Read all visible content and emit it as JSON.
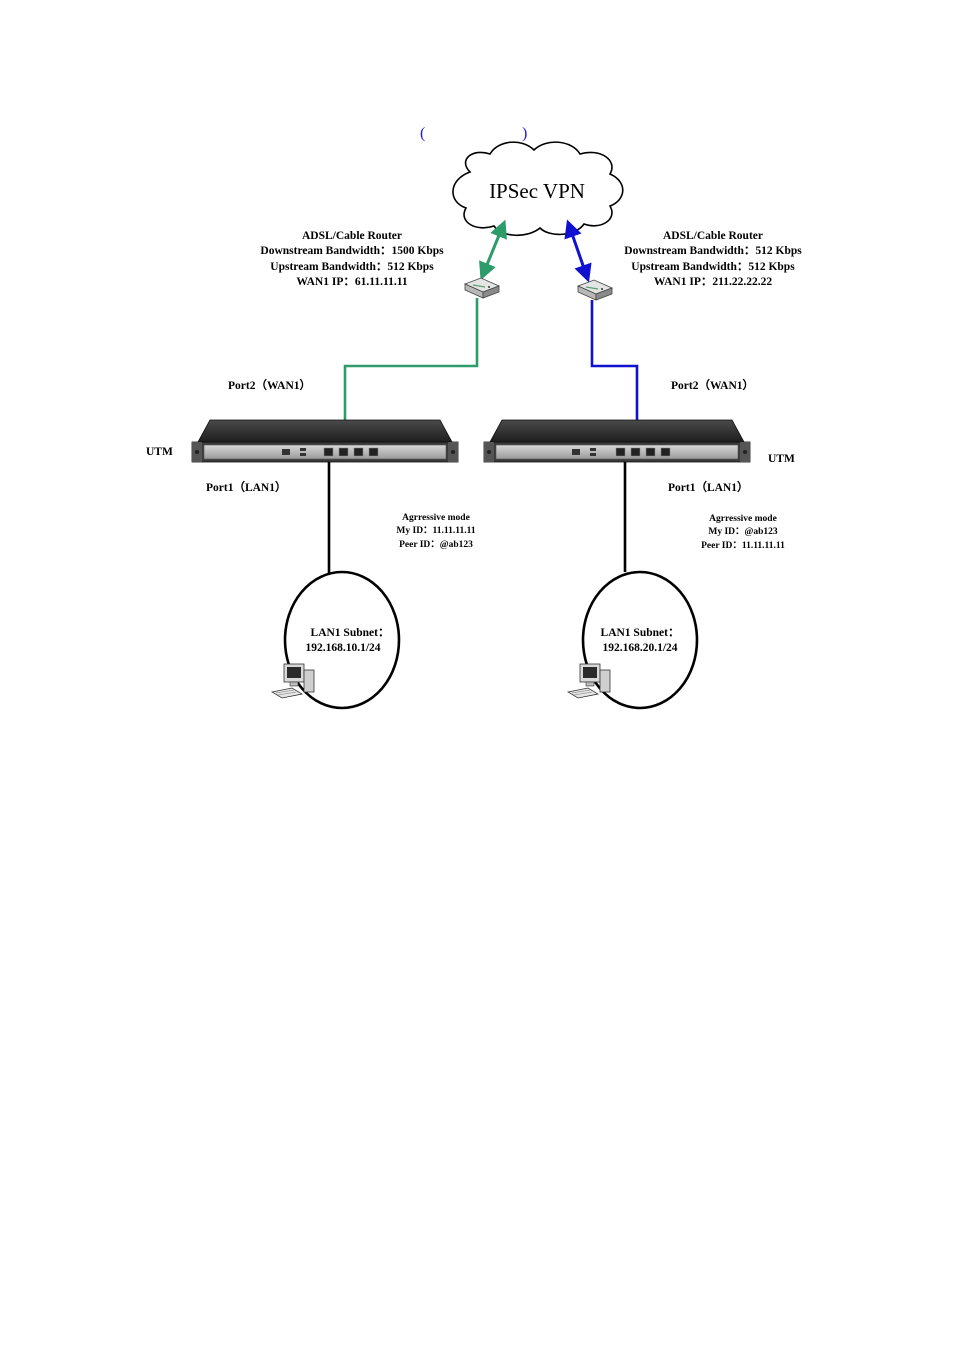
{
  "header": {
    "open_paren": "(",
    "close_paren": ")"
  },
  "cloud": {
    "label": "IPSec VPN"
  },
  "left_router": {
    "name": "ADSL/Cable Router",
    "downstream": "Downstream Bandwidth：1500 Kbps",
    "upstream": "Upstream Bandwidth：512 Kbps",
    "wan_ip": "WAN1 IP：61.11.11.11"
  },
  "right_router": {
    "name": "ADSL/Cable Router",
    "downstream": "Downstream Bandwidth：512 Kbps",
    "upstream": "Upstream Bandwidth：512 Kbps",
    "wan_ip": "WAN1 IP：211.22.22.22"
  },
  "left_utm": {
    "device_label": "UTM",
    "wan_port": "Port2（WAN1）",
    "lan_port": "Port1（LAN1）",
    "mode": "Agrressive mode",
    "my_id": "My ID：11.11.11.11",
    "peer_id": "Peer ID：@ab123",
    "subnet_title": "LAN1 Subnet：",
    "subnet_value": "192.168.10.1/24"
  },
  "right_utm": {
    "device_label": "UTM",
    "wan_port": "Port2（WAN1）",
    "lan_port": "Port1（LAN1）",
    "mode": "Agrressive mode",
    "my_id": "My ID：@ab123",
    "peer_id": "Peer ID：11.11.11.11",
    "subnet_title": "LAN1 Subnet：",
    "subnet_value": "192.168.20.1/24"
  },
  "colors": {
    "left_link": "#2e9b6a",
    "right_link": "#1010d0",
    "paren": "#1a1adb",
    "utm_body": "#2b2b2b",
    "lan_line": "#000000"
  },
  "icons": [
    "cloud-icon",
    "router-icon",
    "utm-appliance-icon",
    "computer-icon"
  ]
}
